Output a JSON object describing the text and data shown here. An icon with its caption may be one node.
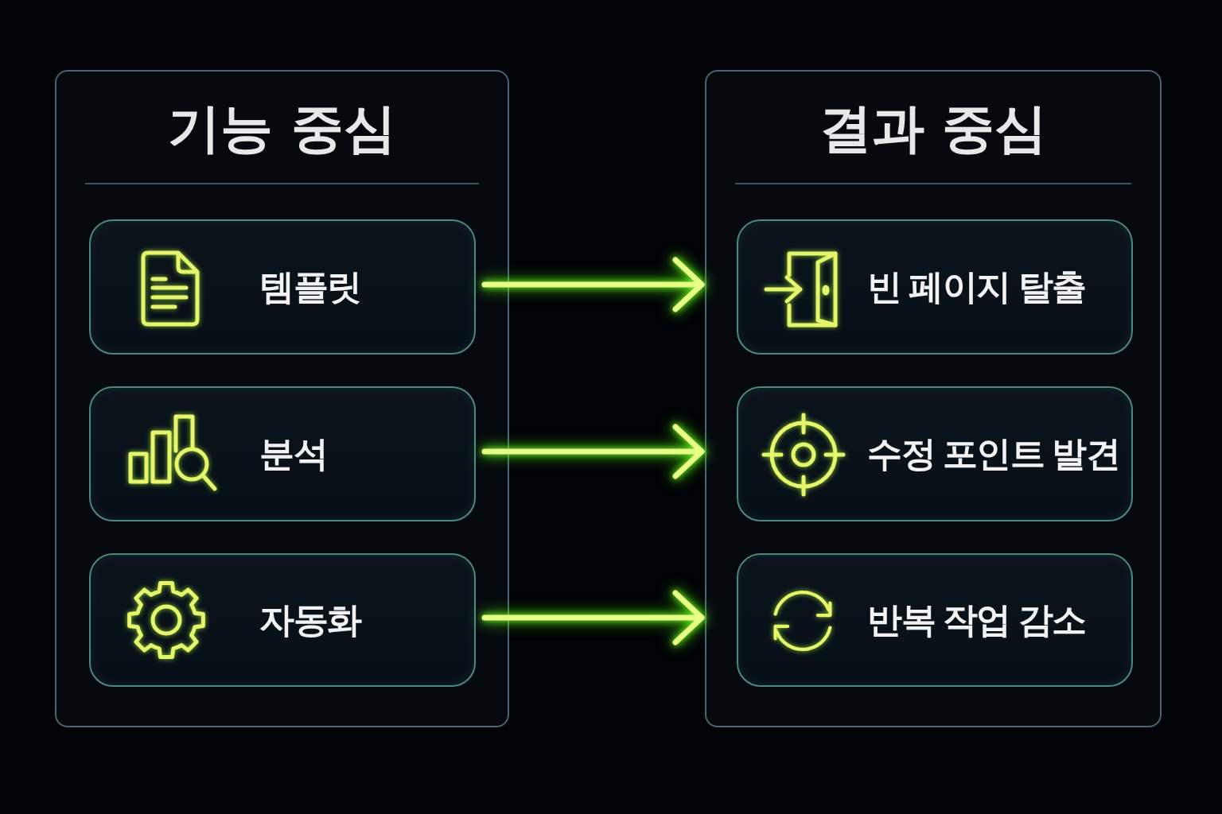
{
  "diagram": {
    "nodes": [
      {
        "text": [
          "기능 중심"
        ]
      },
      {
        "text": [
          "템플릿"
        ],
        "in": 0
      },
      {
        "text": [
          "분석"
        ],
        "in": 0
      },
      {
        "text": [
          "자동화"
        ],
        "in": 0
      },
      {
        "text": [
          "결과 중심"
        ]
      },
      {
        "text": [
          "빈 페이지 탈출"
        ],
        "in": 4
      },
      {
        "text": [
          "수정 포인트 발견"
        ],
        "in": 4
      },
      {
        "text": [
          "반복 작업 감소"
        ],
        "in": 4
      }
    ],
    "edges": [
      {
        "from": 1,
        "to": 5,
        "arrow": "to"
      },
      {
        "from": 2,
        "to": 6,
        "arrow": "to"
      },
      {
        "from": 3,
        "to": 7,
        "arrow": "to"
      }
    ]
  }
}
